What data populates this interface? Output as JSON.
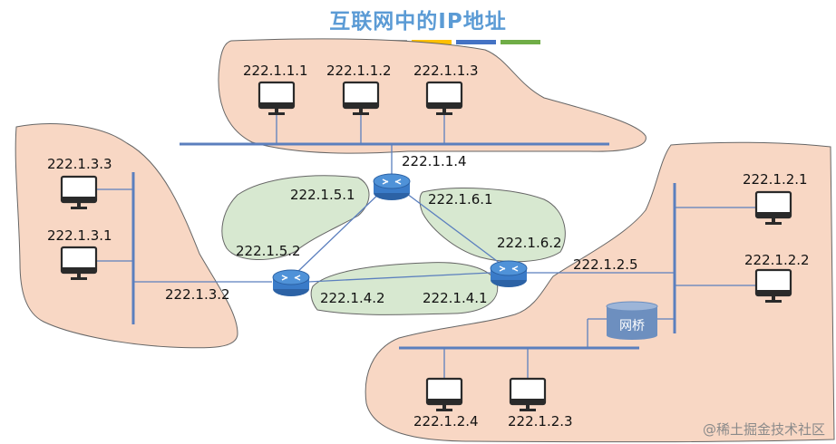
{
  "title": "互联网中的IP地址",
  "palette": [
    "#5b9bd5",
    "#ed7d31",
    "#a5a5a5",
    "#ffc000",
    "#4472c4",
    "#70ad47"
  ],
  "colors": {
    "network_fill": "#f8d7c4",
    "router_link_fill": "#d7e8d0",
    "bus_line": "#5b7fbe",
    "router": "#3a7bc8"
  },
  "networks": {
    "top": {
      "hosts": [
        "222.1.1.1",
        "222.1.1.2",
        "222.1.1.3"
      ],
      "router_port": "222.1.1.4"
    },
    "left": {
      "hosts": [
        "222.1.3.3",
        "222.1.3.1"
      ],
      "router_port": "222.1.3.2"
    },
    "right": {
      "hosts": [
        "222.1.2.1",
        "222.1.2.2",
        "222.1.2.4",
        "222.1.2.3"
      ],
      "router_port": "222.1.2.5",
      "bridge": "网桥"
    }
  },
  "links": {
    "r1_r2": [
      "222.1.5.1",
      "222.1.5.2"
    ],
    "r1_r3": [
      "222.1.6.1",
      "222.1.6.2"
    ],
    "r2_r3": [
      "222.1.4.2",
      "222.1.4.1"
    ]
  },
  "watermark": "@稀土掘金技术社区"
}
